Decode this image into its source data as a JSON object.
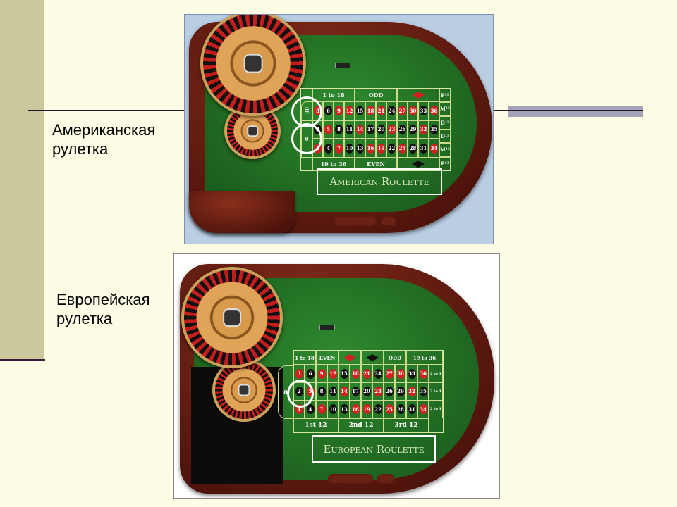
{
  "captions": {
    "american": "Американская рулетка",
    "european": "Европейская рулетка"
  },
  "american": {
    "label": "American Roulette",
    "zeros": [
      "00",
      "0"
    ],
    "top_bets": [
      "1 to 18",
      "ODD"
    ],
    "bottom_bets": [
      "19 to 36",
      "EVEN"
    ],
    "side_bets": [
      "P¹²",
      "M¹²",
      "D¹²",
      "D¹²",
      "M¹²",
      "P¹²"
    ]
  },
  "european": {
    "label": "European Roulette",
    "zero": "0",
    "top_bets": [
      "1 to 18",
      "EVEN",
      "ODD",
      "19 to 36"
    ],
    "column_bets": [
      "2 to 1",
      "2 to 1",
      "2 to 1"
    ],
    "dozens": [
      "1st 12",
      "2nd 12",
      "3rd 12"
    ]
  },
  "grid_rows": [
    [
      3,
      6,
      9,
      12,
      15,
      18,
      21,
      24,
      27,
      30,
      33,
      36
    ],
    [
      2,
      5,
      8,
      11,
      14,
      17,
      20,
      23,
      26,
      29,
      32,
      35
    ],
    [
      1,
      4,
      7,
      10,
      13,
      16,
      19,
      22,
      25,
      28,
      31,
      34
    ]
  ],
  "red_numbers": [
    1,
    3,
    5,
    7,
    9,
    12,
    14,
    16,
    18,
    19,
    21,
    23,
    25,
    27,
    30,
    32,
    34,
    36
  ],
  "colors": {
    "red": "#d42020",
    "black": "#111111",
    "felt": "#1f6b22",
    "wood": "#6a1d10"
  }
}
